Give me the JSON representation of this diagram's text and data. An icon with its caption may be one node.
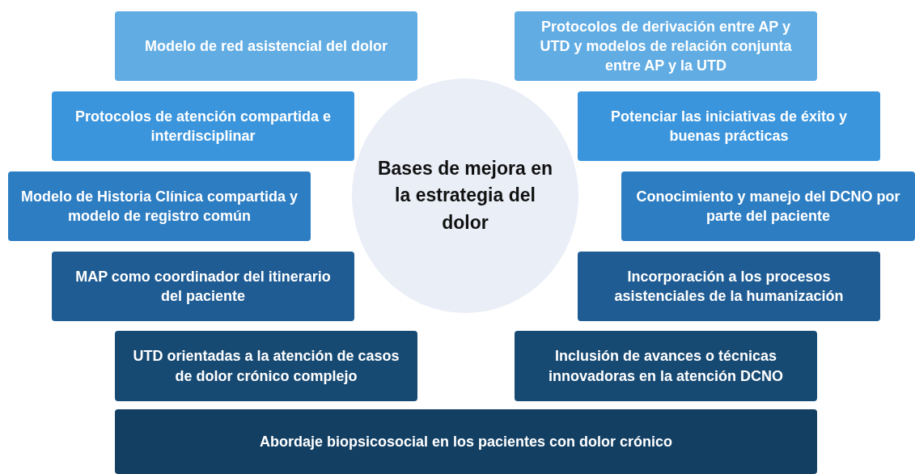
{
  "diagram": {
    "nodes": [
      {
        "text": [
          "Bases de mejora en la estrategia del dolor"
        ]
      },
      {
        "text": [
          "Modelo de red asistencial del dolor"
        ]
      },
      {
        "text": [
          "Protocolos de derivación entre AP y UTD y modelos de relación conjunta entre AP y la UTD"
        ]
      },
      {
        "text": [
          "Protocolos de atención compartida e interdisciplinar"
        ]
      },
      {
        "text": [
          "Potenciar las iniciativas de éxito y buenas prácticas"
        ]
      },
      {
        "text": [
          "Modelo de Historia Clínica compartida y modelo de registro común"
        ]
      },
      {
        "text": [
          "Conocimiento y manejo del DCNO por parte del paciente"
        ]
      },
      {
        "text": [
          "MAP como coordinador del itinerario del paciente"
        ]
      },
      {
        "text": [
          "Incorporación a los procesos asistenciales de la humanización"
        ]
      },
      {
        "text": [
          "UTD orientadas a la atención de casos de dolor crónico complejo"
        ]
      },
      {
        "text": [
          "Inclusión de avances o técnicas innovadoras en la atención DCNO"
        ]
      },
      {
        "text": [
          "Abordaje biopsicosocial en los pacientes con dolor crónico"
        ]
      }
    ]
  }
}
